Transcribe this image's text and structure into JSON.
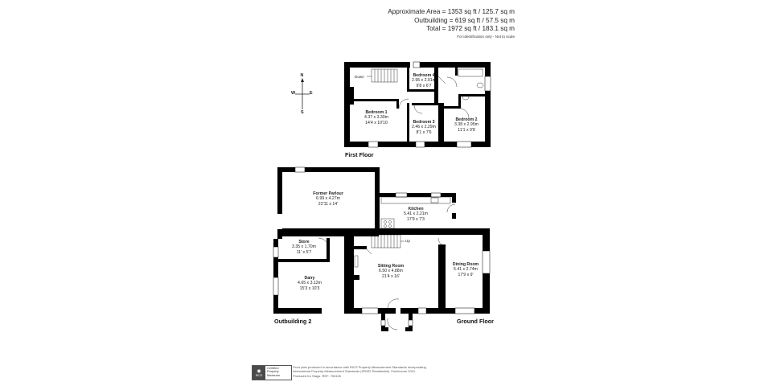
{
  "area_summary": {
    "lines": [
      "Approximate Area = 1353 sq ft / 125.7 sq m",
      "Outbuilding = 619 sq ft / 57.5 sq m",
      "Total = 1972 sq ft / 183.1 sq m"
    ],
    "note": "For identification only - Not to scale"
  },
  "compass": {
    "n": "N",
    "s": "S",
    "e": "E",
    "w": "W"
  },
  "first_floor": {
    "label": "First Floor",
    "stairs_label": "Down",
    "rooms": [
      {
        "name": "Bedroom 4",
        "metric": "2.95 x 2.01m",
        "imperial": "9'8 x 6'7"
      },
      {
        "name": "Bedroom 1",
        "metric": "4.37 x 3.30m",
        "imperial": "14'4 x 10'10"
      },
      {
        "name": "Bedroom 3",
        "metric": "2.46 x 2.29m",
        "imperial": "8'1 x 7'6"
      },
      {
        "name": "Bedroom 2",
        "metric": "3.38 x 2.95m",
        "imperial": "11'1 x 9'8"
      }
    ]
  },
  "ground_floor": {
    "label": "Ground Floor",
    "stairs_label": "Up",
    "rooms": [
      {
        "name": "Kitchen",
        "metric": "5.41 x 2.21m",
        "imperial": "17'9 x 7'3"
      },
      {
        "name": "Sitting Room",
        "metric": "6.50 x 4.88m",
        "imperial": "21'4 x 16'"
      },
      {
        "name": "Dining Room",
        "metric": "5.41 x 2.74m",
        "imperial": "17'9 x 9'"
      }
    ]
  },
  "outbuilding": {
    "label": "Outbuilding 2",
    "rooms": [
      {
        "name": "Former Parlour",
        "metric": "6.99 x 4.27m",
        "imperial": "22'11 x 14'"
      },
      {
        "name": "Store",
        "metric": "3.35 x 1.70m",
        "imperial": "11' x 5'7"
      },
      {
        "name": "Dairy",
        "metric": "4.65 x 3.12m",
        "imperial": "15'3 x 10'3"
      }
    ]
  },
  "footer": {
    "badge_logo": "RICS",
    "badge_text": [
      "Certified",
      "Property",
      "Measurer"
    ],
    "lines": [
      "Floor plan produced in accordance with RICS Property Measurement Standards incorporating",
      "International Property Measurement Standards (IPMS2 Residential). ©nichecom 2021.",
      "Produced for Stags.   REF: 753100"
    ]
  },
  "colors": {
    "wall": "#000000",
    "background": "#ffffff",
    "text": "#222222"
  }
}
